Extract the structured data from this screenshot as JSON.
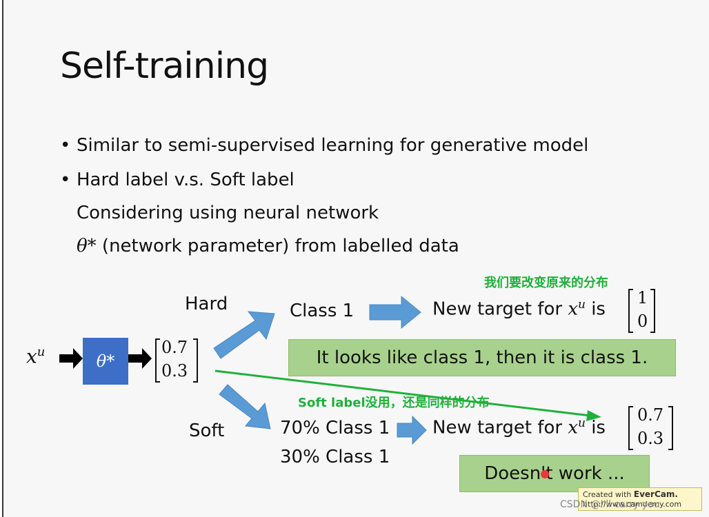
{
  "title": "Self-training",
  "bullets": [
    "Similar to semi-supervised learning for generative model",
    "Hard label v.s. Soft label"
  ],
  "sub_lines": {
    "line1": "Considering using neural network",
    "line2_symbol": "θ*",
    "line2_text": " (network parameter) from labelled data"
  },
  "diagram": {
    "input_symbol": "x",
    "input_sup": "u",
    "model_symbol": "θ*",
    "output_vector": [
      "0.7",
      "0.3"
    ],
    "hard_label": "Hard",
    "soft_label": "Soft",
    "hard_class": "Class 1",
    "hard_target_prefix": "New target for ",
    "hard_target_var": "x",
    "hard_target_sup": "u",
    "hard_target_is": " is",
    "hard_vector": [
      "1",
      "0"
    ],
    "hard_note": "It looks like class 1, then it is class 1.",
    "soft_class_1": "70% Class 1",
    "soft_class_2": "30% Class 1",
    "soft_target_prefix": "New target for ",
    "soft_target_var": "x",
    "soft_target_sup": "u",
    "soft_target_is": " is",
    "soft_vector": [
      "0.7",
      "0.3"
    ],
    "soft_note": "Doesn't work ..."
  },
  "annotations": {
    "top_note": "我们要改变原来的分布",
    "mid_note": "Soft label没用，还是同样的分布",
    "color": "#1fb03b"
  },
  "stamp": {
    "line1_prefix": "Created with ",
    "line1_brand": "EverCam.",
    "line2": "http://www.camdemy.com"
  },
  "watermark": "CSDN @I'll carry you"
}
